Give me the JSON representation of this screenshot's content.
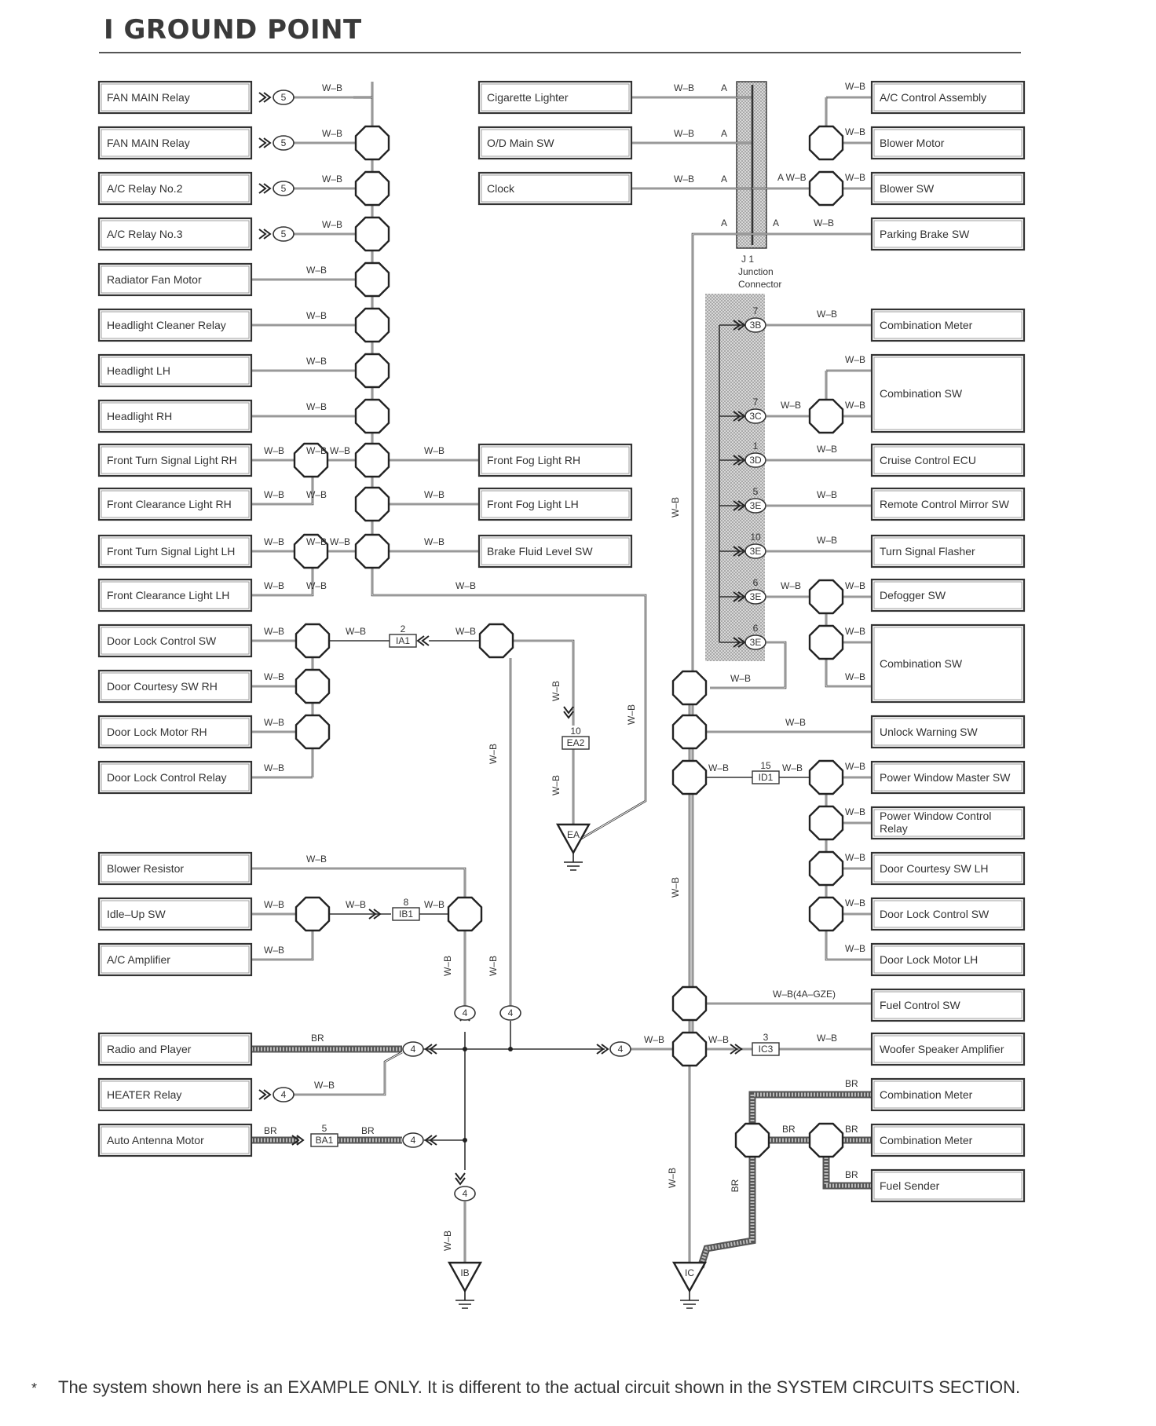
{
  "title": "I  GROUND POINT",
  "footnote": {
    "marker": "*",
    "text": "The system shown here is an EXAMPLE ONLY. It is different to the actual circuit shown in the SYSTEM CIRCUITS SECTION."
  },
  "wire_colors": {
    "wb": "W–B",
    "br": "BR",
    "wb_4agze": "W–B(4A–GZE)"
  },
  "junction_connector": {
    "id": "J 1",
    "name": "Junction",
    "name2": "Connector"
  },
  "left_components": [
    "FAN MAIN Relay",
    "FAN MAIN Relay",
    "A/C Relay No.2",
    "A/C Relay No.3",
    "Radiator Fan Motor",
    "Headlight Cleaner Relay",
    "Headlight LH",
    "Headlight RH",
    "Front Turn Signal Light RH",
    "Front Clearance Light RH",
    "Front Turn Signal Light LH",
    "Front Clearance Light LH",
    "Door Lock Control SW",
    "Door Courtesy SW RH",
    "Door Lock Motor RH",
    "Door Lock Control Relay",
    "Blower Resistor",
    "Idle–Up SW",
    "A/C Amplifier",
    "Radio and Player",
    "HEATER Relay",
    "Auto Antenna Motor"
  ],
  "middle_components": [
    "Cigarette Lighter",
    "O/D Main SW",
    "Clock",
    "Front Fog Light RH",
    "Front Fog Light LH",
    "Brake Fluid Level SW"
  ],
  "right_components": [
    "A/C Control Assembly",
    "Blower Motor",
    "Blower SW",
    "Parking Brake SW",
    "Combination Meter",
    "Combination SW",
    "Cruise Control ECU",
    "Remote Control Mirror SW",
    "Turn Signal Flasher",
    "Defogger SW",
    "Combination SW",
    "Unlock Warning SW",
    "Power Window Master SW",
    "Power Window Control",
    "Door Courtesy SW LH",
    "Door Lock Control SW",
    "Door Lock Motor LH",
    "Fuel Control SW",
    "Woofer Speaker Amplifier",
    "Combination Meter",
    "Combination Meter",
    "Fuel Sender"
  ],
  "right_component_line2": {
    "power_window_control": "Relay"
  },
  "junction_connectors": [
    {
      "id": "IA1",
      "pin": "2"
    },
    {
      "id": "EA2",
      "pin": "10"
    },
    {
      "id": "IB1",
      "pin": "8"
    },
    {
      "id": "BA1",
      "pin": "5"
    },
    {
      "id": "ID1",
      "pin": "15"
    },
    {
      "id": "IC3",
      "pin": "3"
    }
  ],
  "j1_terminals": [
    {
      "id": "3B",
      "pin": "7"
    },
    {
      "id": "3C",
      "pin": "7"
    },
    {
      "id": "3D",
      "pin": "1"
    },
    {
      "id": "3E",
      "pin": "5"
    },
    {
      "id": "3E",
      "pin": "10"
    },
    {
      "id": "3E",
      "pin": "6"
    },
    {
      "id": "3E",
      "pin": "6"
    }
  ],
  "connector_numbers": {
    "five": "5",
    "four": "4",
    "a": "A"
  },
  "ground_points": [
    {
      "id": "EA"
    },
    {
      "id": "IB"
    },
    {
      "id": "IC"
    }
  ]
}
